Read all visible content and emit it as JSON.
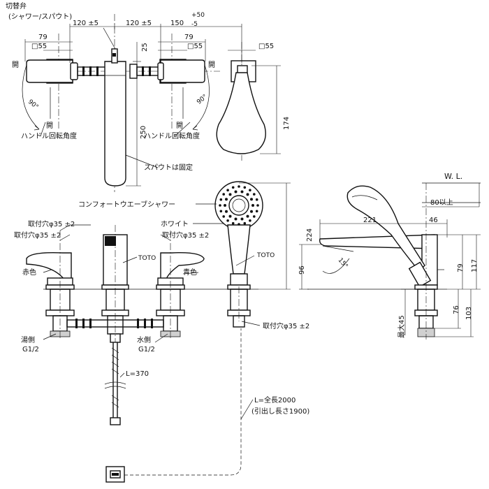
{
  "top": {
    "valve_label": "切替弁",
    "valve_sub": "(シャワー/スパウト)",
    "dim_79_left": "79",
    "dim_120_left": "120 ±5",
    "dim_120_right": "120 ±5",
    "dim_79_right": "79",
    "dim_150_main": "150",
    "dim_150_plus": "+50",
    "dim_150_minus": "-5",
    "sq55_a": "□55",
    "sq55_b": "□55",
    "sq55_c": "□55",
    "dim_25": "25",
    "dim_250": "250",
    "dim_174": "174",
    "open_left_top": "開",
    "open_left_bottom": "開",
    "open_right_top": "開",
    "open_right_bottom": "開",
    "angle_left": "90°",
    "angle_right": "90°",
    "handle_angle_left": "ハンドル回転角度",
    "handle_angle_right": "ハンドル回転角度",
    "spout_fixed": "スパウトは固定"
  },
  "front": {
    "shower_name": "コンフォートウエーブシャワー",
    "white": "ホワイト",
    "mount_hole_1": "取付穴φ35 ±2",
    "mount_hole_2": "取付穴φ35 ±2",
    "mount_hole_3": "取付穴φ35 ±2",
    "mount_hole_4": "取付穴φ35 ±2",
    "toto_1": "TOTO",
    "toto_2": "TOTO",
    "red": "赤色",
    "blue": "青色",
    "hot_side": "湯側",
    "hot_thread": "G1/2",
    "cold_side": "水側",
    "cold_thread": "G1/2",
    "hose_len": "L=370",
    "dim_224": "224",
    "total_len": "L=全長2000",
    "pull_len": "(引出し長さ1900)"
  },
  "side": {
    "wl": "W. L.",
    "dim_80": "80以上",
    "dim_221": "221",
    "dim_46": "46",
    "dim_96": "96",
    "angle_15": "15°",
    "dim_79": "79",
    "dim_117": "117",
    "dim_76": "76",
    "dim_103": "103",
    "max45": "最大45"
  }
}
